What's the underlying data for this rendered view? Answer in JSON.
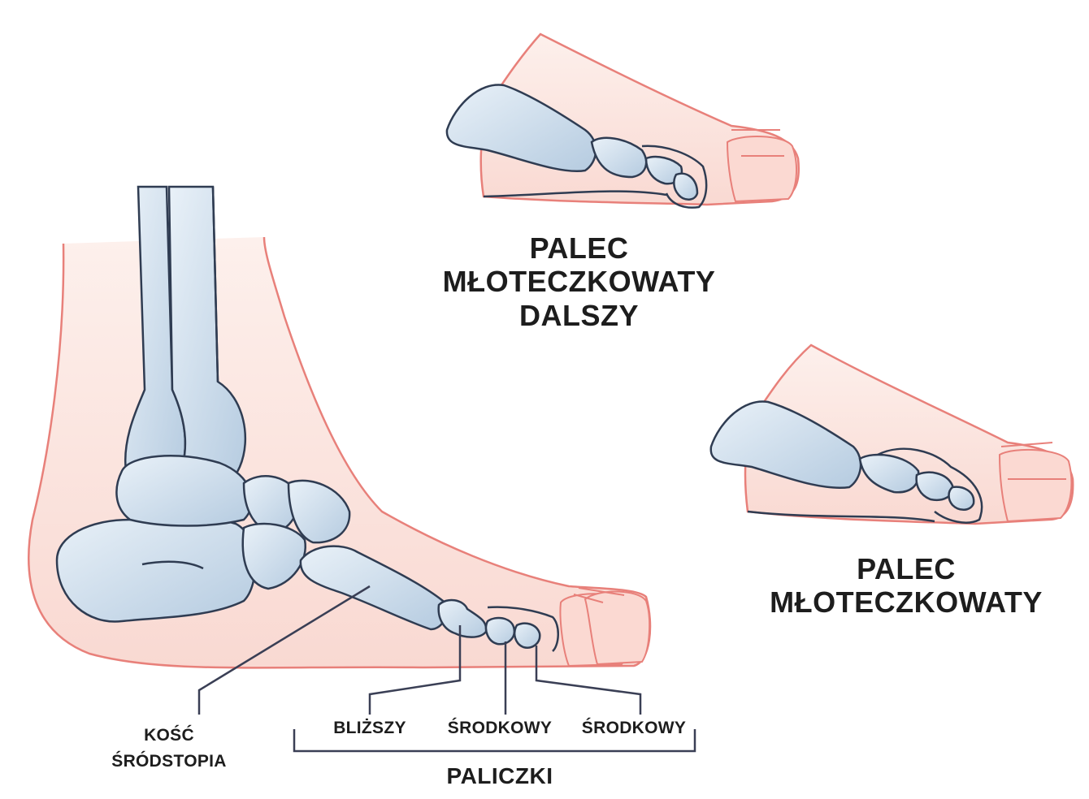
{
  "labels": {
    "distal_title": [
      "PALEC",
      "MŁOTECZKOWATY",
      "DALSZY"
    ],
    "hammer_title": [
      "PALEC",
      "MŁOTECZKOWATY"
    ],
    "metatarsal": [
      "KOŚĆ",
      "ŚRÓDSTOPIA"
    ],
    "proximal": "BLIŻSZY",
    "middle": "ŚRODKOWY",
    "distal": "ŚRODKOWY",
    "phalanges": "PALICZKI"
  },
  "colors": {
    "skin_fill": "#fbe4df",
    "skin_outline": "#e8807a",
    "bone_fill": "#c6d8e8",
    "bone_light": "#e6eff7",
    "bone_outline": "#2f3c52",
    "leader_line": "#3a3f55"
  }
}
